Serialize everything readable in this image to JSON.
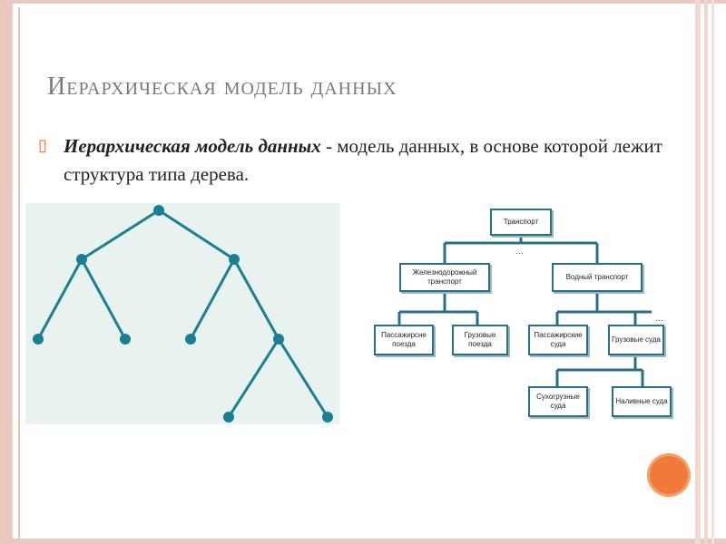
{
  "slide": {
    "title": "Иерархическая модель данных",
    "bullet": {
      "term": "Иерархическая модель данных",
      "dash": " - ",
      "rest": "модель данных, в основе которой лежит структура типа дерева."
    }
  },
  "org_chart": {
    "root": "Транспорт",
    "level1": [
      "Железнодорожный транспорт",
      "Водный транспорт"
    ],
    "rail_children": [
      "Пассажирсне поезда",
      "Грузовые поезда"
    ],
    "water_children": [
      "Пассажирские суда",
      "Грузовые суда"
    ],
    "cargo_children": [
      "Сухогрузные суда",
      "Наливные суда"
    ],
    "ellipsis": "…"
  },
  "colors": {
    "accent": "#e86b2c",
    "tree_line": "#1a7f92",
    "tree_panel": "#e8f3ef",
    "org_border": "#2b6f86"
  }
}
